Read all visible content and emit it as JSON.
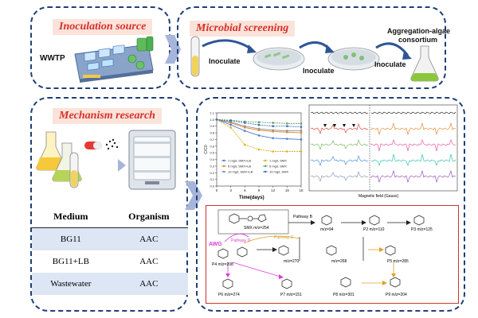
{
  "panels": {
    "inoculation": {
      "title": "Inoculation source",
      "source_label": "WWTP"
    },
    "screening": {
      "title": "Microbial screening",
      "step_labels": [
        "Inoculate",
        "Inoculate",
        "Inoculate"
      ],
      "result_label_line1": "Aggregation-algae",
      "result_label_line2": "consortium"
    },
    "mechanism": {
      "title": "Mechanism research",
      "table": {
        "headers": [
          "Medium",
          "Organism"
        ],
        "rows": [
          {
            "medium": "BG11",
            "organism": "AAC"
          },
          {
            "medium": "BG11+LB",
            "organism": "AAC"
          },
          {
            "medium": "Wastewater",
            "organism": "AAC"
          }
        ]
      }
    }
  },
  "results": {
    "chart_data": {
      "type": "line",
      "xlabel": "Time(days)",
      "ylabel": "C/C0",
      "x": [
        0,
        3,
        6,
        9,
        12,
        15,
        18
      ],
      "xlim": [
        0,
        18
      ],
      "ylim": [
        0.0,
        1.1
      ],
      "yticks": [
        0.0,
        0.1,
        0.2,
        0.3,
        0.4,
        0.5,
        0.6,
        0.7,
        0.8,
        0.9,
        1.0,
        1.1
      ],
      "series": [
        {
          "name": "1 mg/L SMX+LB",
          "color": "#4a7bd0",
          "values": [
            1.0,
            0.92,
            0.83,
            0.76,
            0.72,
            0.71,
            0.7
          ]
        },
        {
          "name": "5 mg/L SMX+LB",
          "color": "#e38a2c",
          "values": [
            1.0,
            0.95,
            0.88,
            0.84,
            0.82,
            0.81,
            0.8
          ]
        },
        {
          "name": "10 mg/L SMX+LB",
          "color": "#8f8f8f",
          "values": [
            1.0,
            0.96,
            0.9,
            0.86,
            0.84,
            0.83,
            0.83
          ]
        },
        {
          "name": "1 mg/L SMX",
          "color": "#d9b022",
          "values": [
            1.0,
            0.88,
            0.62,
            0.55,
            0.52,
            0.52,
            0.52
          ]
        },
        {
          "name": "5 mg/L SMX",
          "color": "#5aa06a",
          "values": [
            1.0,
            0.99,
            0.97,
            0.96,
            0.95,
            0.94,
            0.94
          ]
        },
        {
          "name": "10 mg/L SMX",
          "color": "#3f6fb5",
          "values": [
            1.0,
            0.98,
            0.95,
            0.92,
            0.9,
            0.9,
            0.89
          ]
        }
      ]
    },
    "esr": {
      "xlabel": "Magnetic field (Gauss)"
    },
    "pathway": {
      "top_label": "SMX m/z=254",
      "top_pathway": "Pathway B",
      "top_products": [
        "m/z=94",
        "P2 m/z=110",
        "P3 m/z=125"
      ],
      "awg_label": "AWG",
      "pathway_d": "Pathway D",
      "pathway_c": "Pathway C",
      "mid_labels": [
        "P4 m/z=208",
        "m/z=270",
        "m/z=268",
        "P5 m/z=285"
      ],
      "bottom_labels": [
        "P6 m/z=274",
        "P7 m/z=151",
        "P8 m/z=301",
        "P9 m/z=204"
      ]
    }
  },
  "colors": {
    "panel_border": "#1f3f7a",
    "tag_bg": "#fbe3da",
    "tag_text": "#d6302a",
    "arrow": "#a7b5da"
  }
}
